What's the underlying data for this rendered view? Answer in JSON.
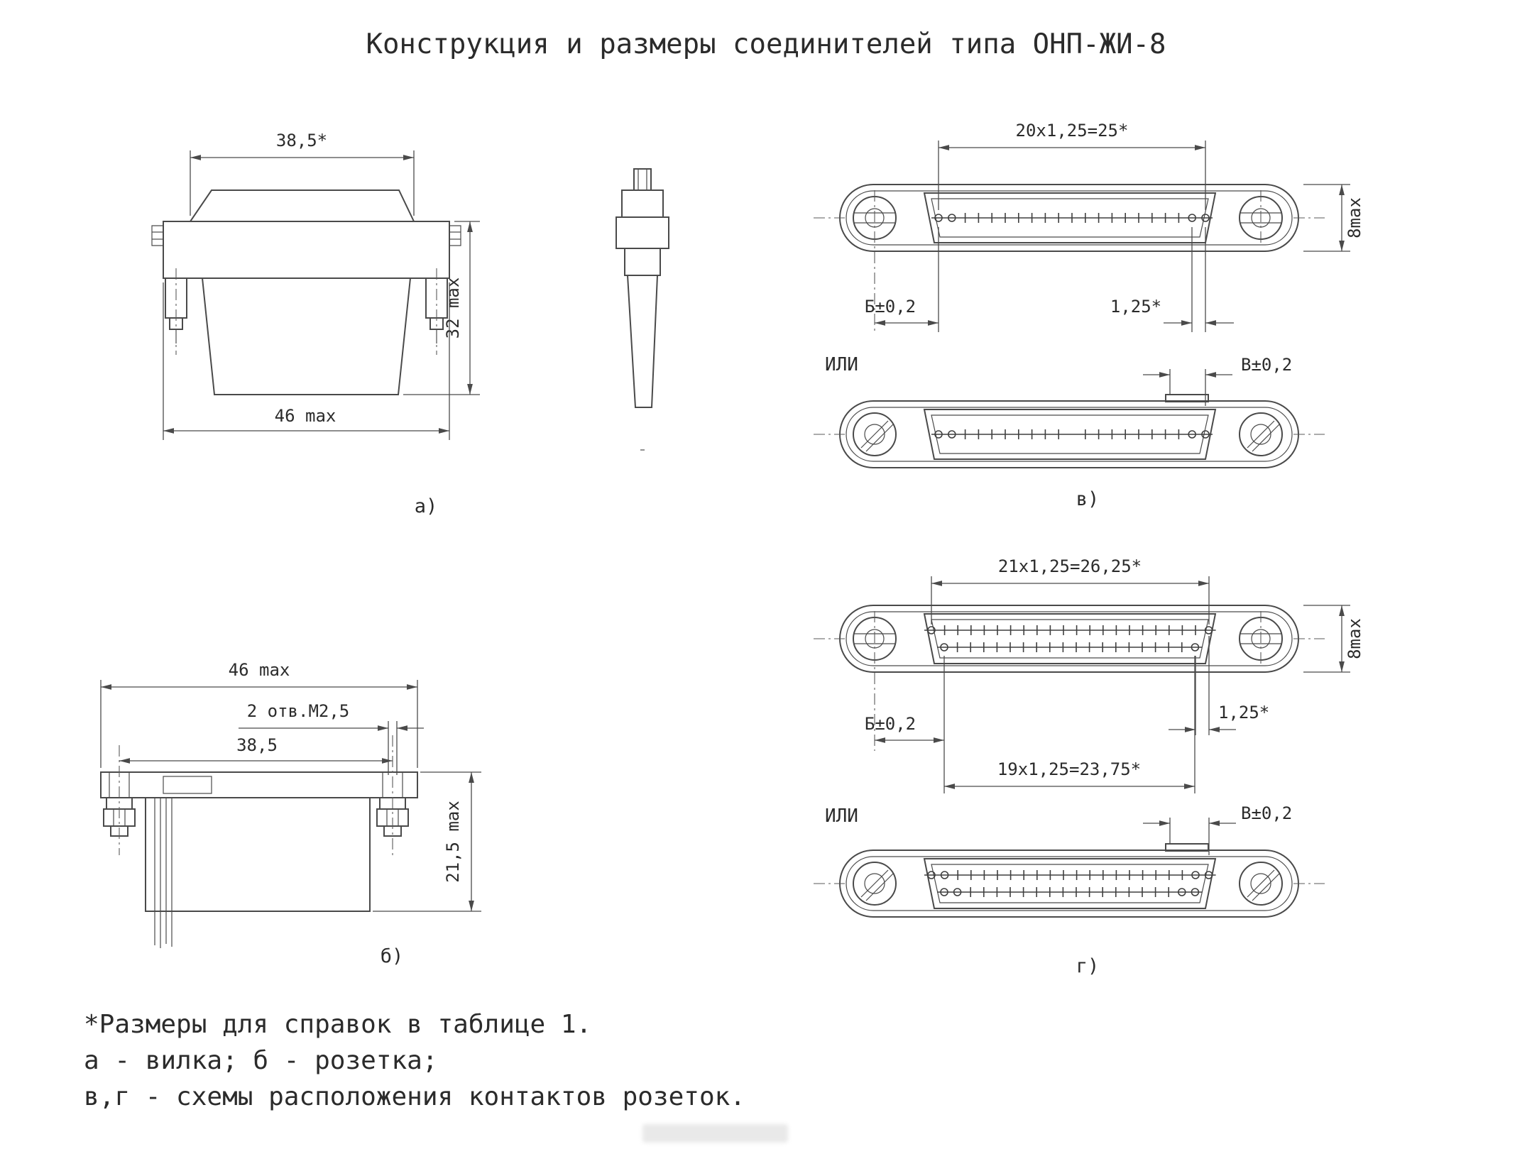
{
  "title": "Конструкция и размеры соединителей типа ОНП-ЖИ-8",
  "view_a": {
    "label": "а)",
    "dim_top_width": "38,5*",
    "dim_height": "32 max",
    "dim_bottom_width": "46 max"
  },
  "view_b": {
    "label": "б)",
    "dim_overall_width": "46 max",
    "dim_holes": "2 отв.М2,5",
    "dim_screw_span": "38,5",
    "dim_height": "21,5 max"
  },
  "view_v": {
    "label": "в)",
    "dim_contact_span": "20х1,25=25*",
    "dim_height": "8max",
    "dim_b": "Б±0,2",
    "dim_pitch": "1,25*",
    "or_label": "ИЛИ",
    "dim_v": "В±0,2"
  },
  "view_g": {
    "label": "г)",
    "dim_contact_span_top": "21х1,25=26,25*",
    "dim_height": "8max",
    "dim_b": "Б±0,2",
    "dim_pitch": "1,25*",
    "dim_contact_span_bottom": "19х1,25=23,75*",
    "or_label": "ИЛИ",
    "dim_v": "В±0,2"
  },
  "notes": [
    "*Размеры для справок в таблице 1.",
    "а - вилка; б - розетка;",
    "в,г - схемы расположения контактов розеток."
  ]
}
